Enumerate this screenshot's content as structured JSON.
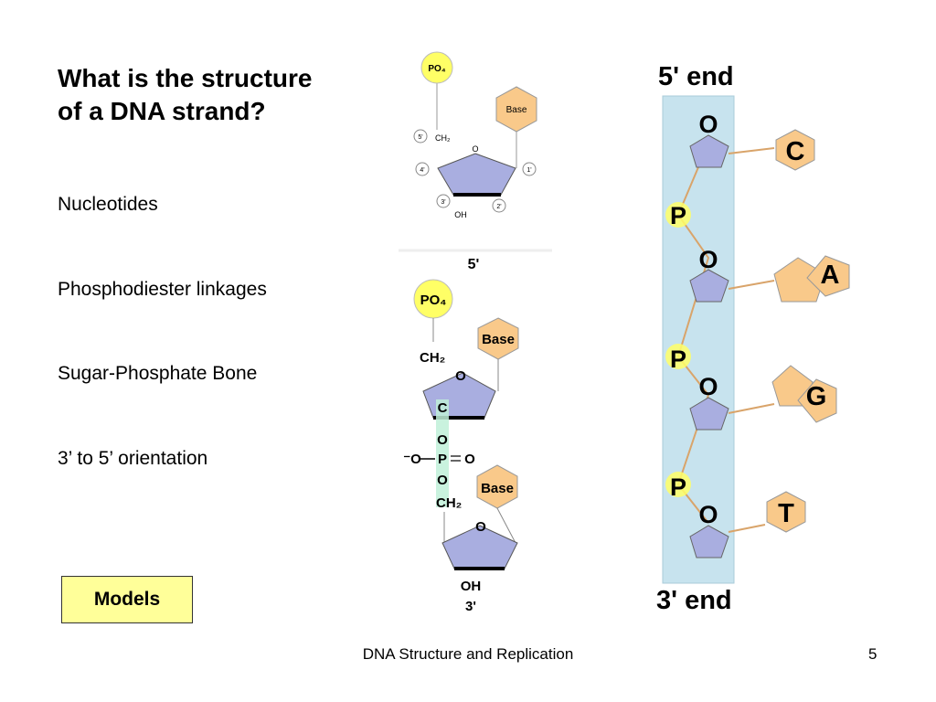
{
  "slide": {
    "title_line1": "What is the structure",
    "title_line2": "of a DNA strand?",
    "bullets": [
      "Nucleotides",
      "Phosphodiester linkages",
      "Sugar-Phosphate Bone",
      "3’ to 5’ orientation"
    ],
    "models_label": "Models",
    "footer": "DNA Structure and Replication",
    "page_number": "5"
  },
  "nucleotide_diagram": {
    "phosphate": "PO₄",
    "base": "Base",
    "ch2": "CH₂",
    "ring_o": "O",
    "oh": "OH",
    "carbons": [
      "5'",
      "4'",
      "3'",
      "2'",
      "1'"
    ]
  },
  "linkage_diagram": {
    "top_label": "5'",
    "phosphate": "PO₄",
    "base_top": "Base",
    "ch2_top": "CH₂",
    "ring_o_top": "O",
    "c_label": "C",
    "o_above_p": "O",
    "o_left": "⁻O",
    "p": "P",
    "o_right": "O",
    "o_below_p": "O",
    "ch2_bottom": "CH₂",
    "base_bottom": "Base",
    "ring_o_bottom": "O",
    "oh": "OH",
    "bottom_label": "3'"
  },
  "strand_diagram": {
    "top_label": "5' end",
    "bottom_label": "3' end",
    "sugar_label": "O",
    "phosphate_label": "P",
    "bases": [
      "C",
      "A",
      "G",
      "T"
    ]
  },
  "colors": {
    "phosphate": "#ffff66",
    "base": "#f9c98a",
    "sugar": "#a9aee0",
    "backbone": "#c7e3ee",
    "models_button": "#ffff99"
  }
}
